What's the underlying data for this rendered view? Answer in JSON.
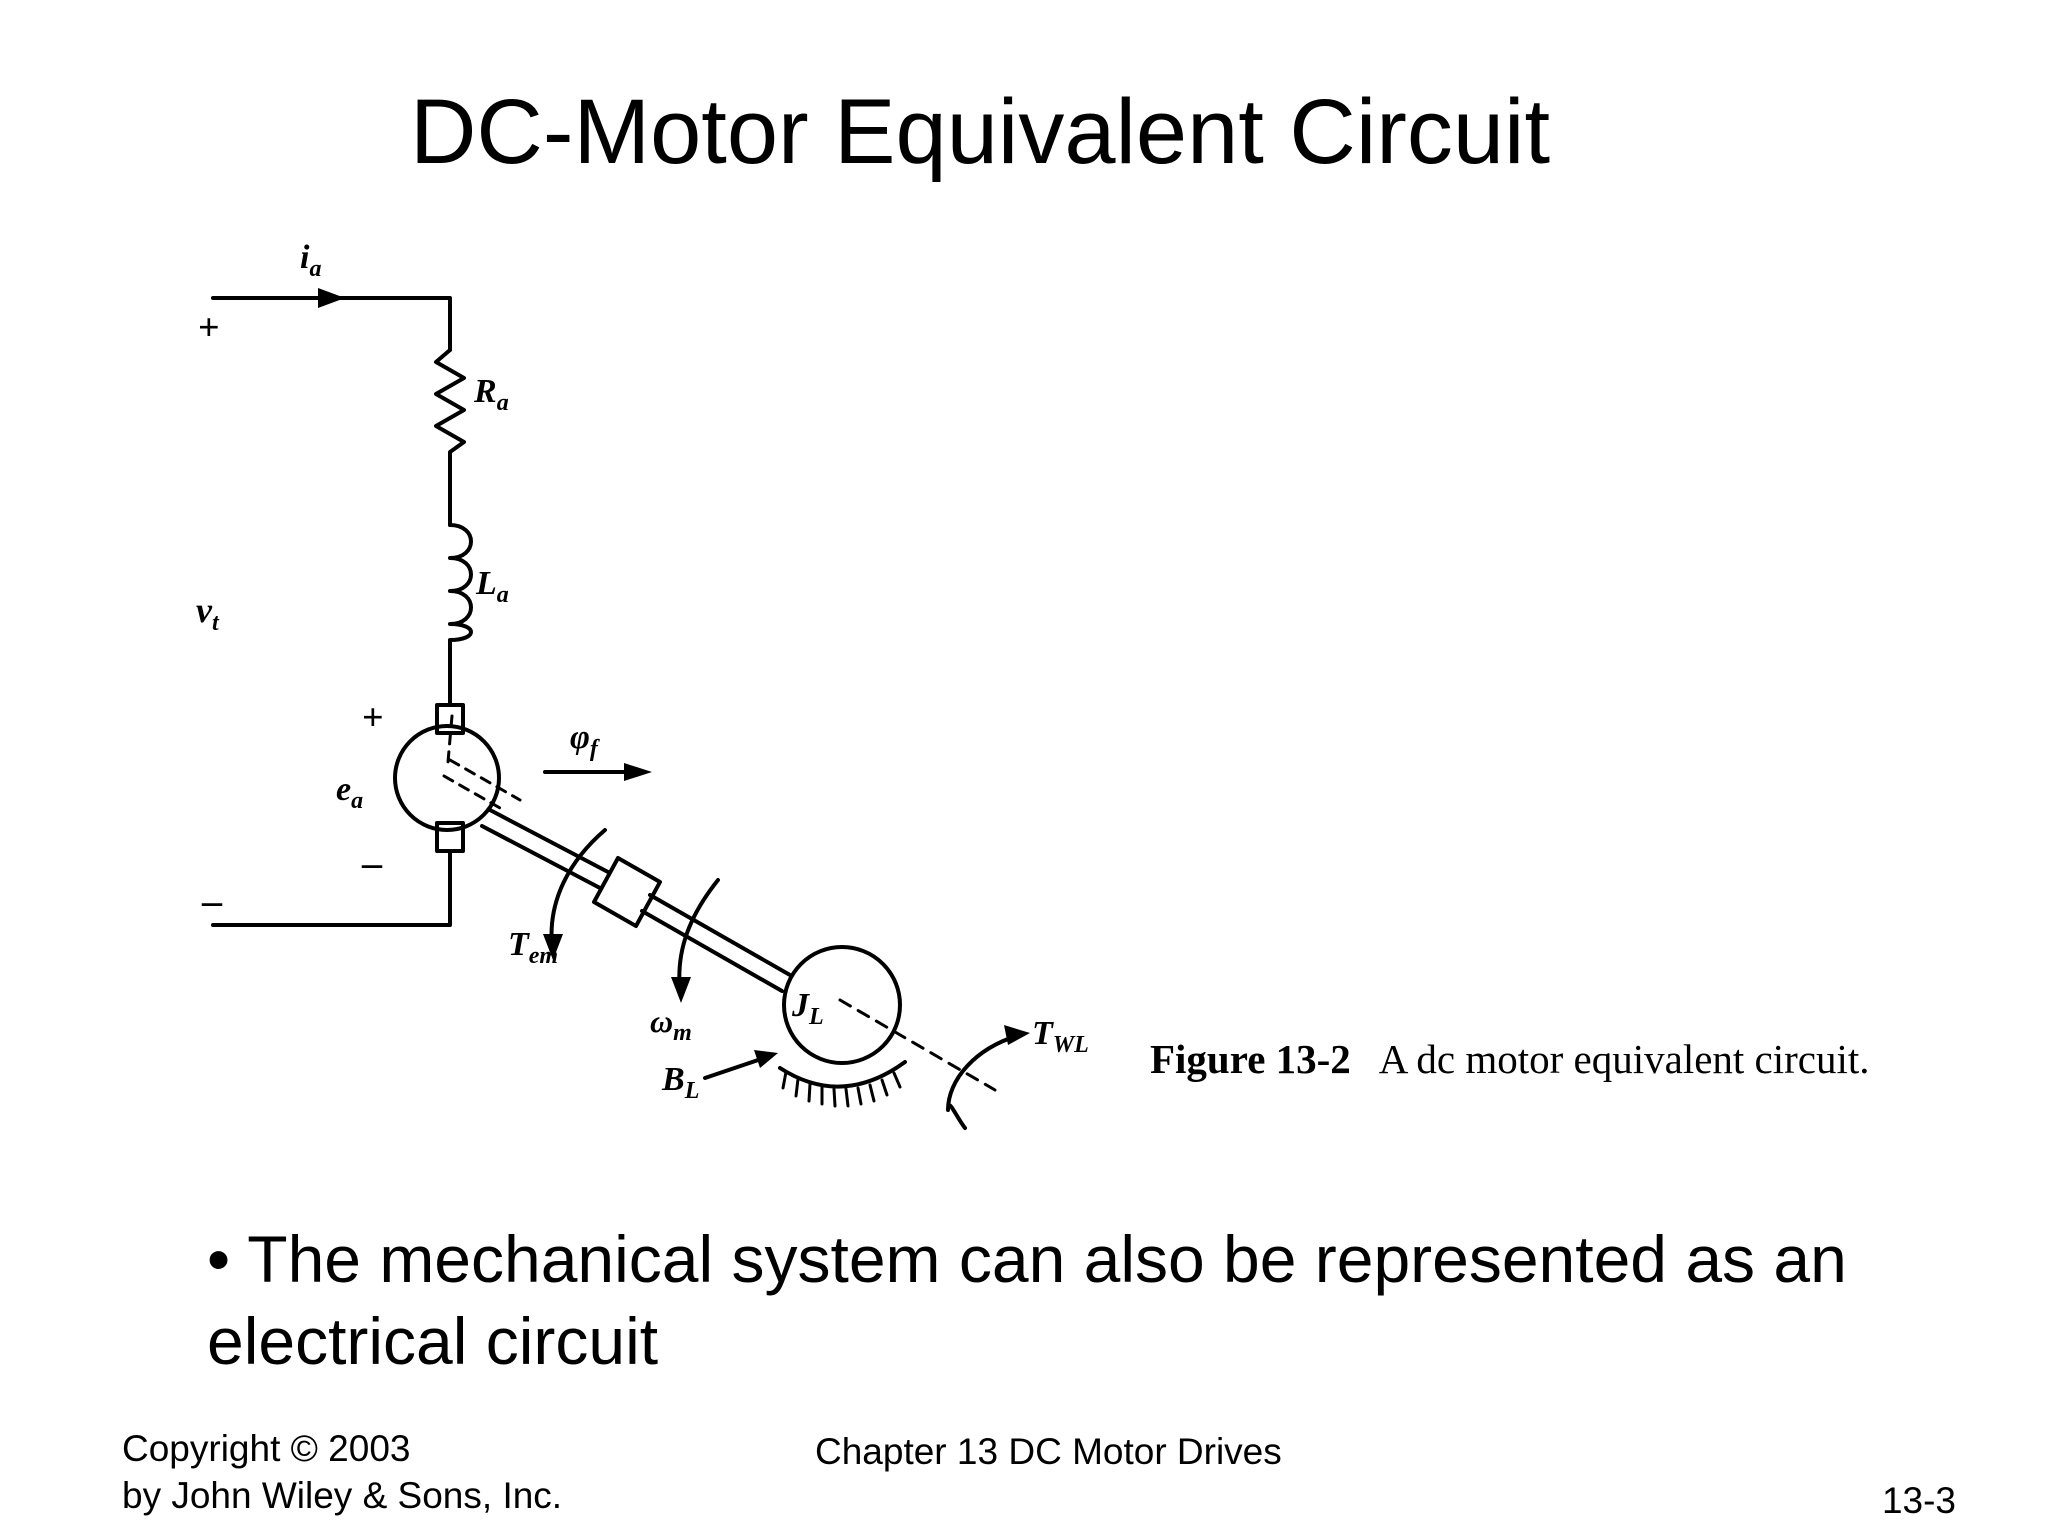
{
  "slide": {
    "title": "DC-Motor Equivalent Circuit",
    "bullet": "The mechanical system can also be represented as an electrical circuit",
    "bullet_marker": "•"
  },
  "diagram": {
    "labels": {
      "ia_main": "i",
      "ia_sub": "a",
      "plus_top": "+",
      "ra_main": "R",
      "ra_sub": "a",
      "la_main": "L",
      "la_sub": "a",
      "vt_main": "v",
      "vt_sub": "t",
      "plus_motor": "+",
      "ea_main": "e",
      "ea_sub": "a",
      "minus_motor": "–",
      "minus_bottom": "–",
      "phif_main": "φ",
      "phif_sub": "f",
      "tem_main": "T",
      "tem_sub": "em",
      "wm_main": "ω",
      "wm_sub": "m",
      "jl_main": "J",
      "jl_sub": "L",
      "bl_main": "B",
      "bl_sub": "L",
      "twl_main": "T",
      "twl_sub": "WL"
    },
    "caption_figure": "Figure 13-2",
    "caption_text": "A dc motor equivalent circuit."
  },
  "footer": {
    "copyright_line1": "Copyright © 2003",
    "copyright_line2": "by John Wiley & Sons, Inc.",
    "chapter": "Chapter 13 DC Motor Drives",
    "page": "13-3"
  }
}
